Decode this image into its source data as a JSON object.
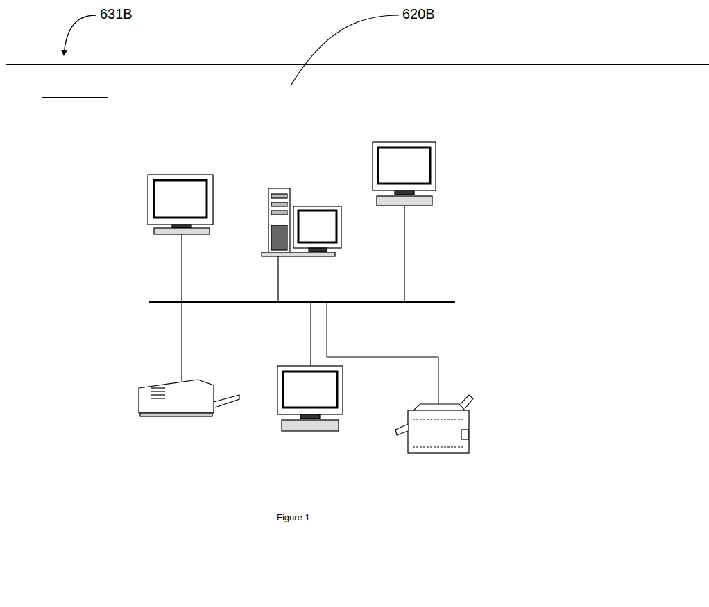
{
  "diagram": {
    "nodes": [
      {
        "text": [
          "Figure 1"
        ]
      }
    ],
    "labels": [
      "631B",
      "620B"
    ]
  }
}
